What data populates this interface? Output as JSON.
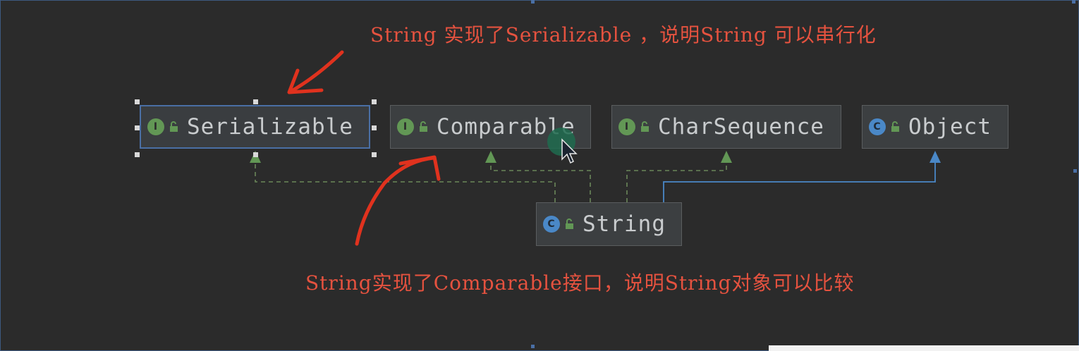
{
  "nodes": {
    "serializable": {
      "label": "Serializable",
      "kind": "I",
      "icon": "interface-icon"
    },
    "comparable": {
      "label": "Comparable",
      "kind": "I",
      "icon": "interface-icon"
    },
    "charsequence": {
      "label": "CharSequence",
      "kind": "I",
      "icon": "interface-icon"
    },
    "object": {
      "label": "Object",
      "kind": "C",
      "icon": "class-icon"
    },
    "string": {
      "label": "String",
      "kind": "C",
      "icon": "class-icon"
    }
  },
  "annotations": {
    "top": "String 实现了Serializable ，说明String 可以串行化",
    "bottom": "String实现了Comparable接口，说明String对象可以比较"
  },
  "colors": {
    "background": "#2b2b2b",
    "annotation_red": "#e5523f",
    "implements_green": "#629755",
    "extends_blue": "#4a88c7"
  },
  "relations": [
    {
      "from": "String",
      "to": "Serializable",
      "type": "implements"
    },
    {
      "from": "String",
      "to": "Comparable",
      "type": "implements"
    },
    {
      "from": "String",
      "to": "CharSequence",
      "type": "implements"
    },
    {
      "from": "String",
      "to": "Object",
      "type": "extends"
    }
  ]
}
